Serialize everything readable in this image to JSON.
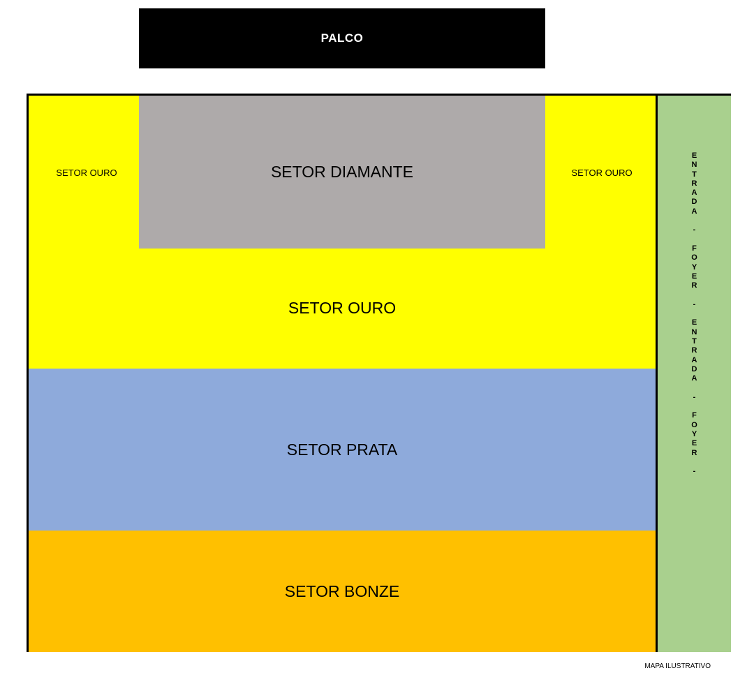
{
  "stage": {
    "label": "PALCO"
  },
  "sectors": {
    "diamond": {
      "label": "SETOR DIAMANTE",
      "color": "#aeaaaa"
    },
    "gold": {
      "label": "SETOR OURO",
      "left_label": "SETOR OURO",
      "right_label": "SETOR OURO",
      "color": "#ffff00"
    },
    "silver": {
      "label": "SETOR PRATA",
      "color": "#8eaadb"
    },
    "bronze": {
      "label": "SETOR BONZE",
      "color": "#ffc000"
    }
  },
  "entrance": {
    "letters": [
      "E",
      "N",
      "T",
      "R",
      "A",
      "D",
      "A",
      "",
      "-",
      "",
      "F",
      "O",
      "Y",
      "E",
      "R",
      "",
      "-",
      "",
      "E",
      "N",
      "T",
      "R",
      "A",
      "D",
      "A",
      "",
      "-",
      "",
      "F",
      "O",
      "Y",
      "E",
      "R",
      "",
      "-"
    ],
    "color": "#a9d08e"
  },
  "caption": "MAPA ILUSTRATIVO",
  "border_color": "#000000"
}
